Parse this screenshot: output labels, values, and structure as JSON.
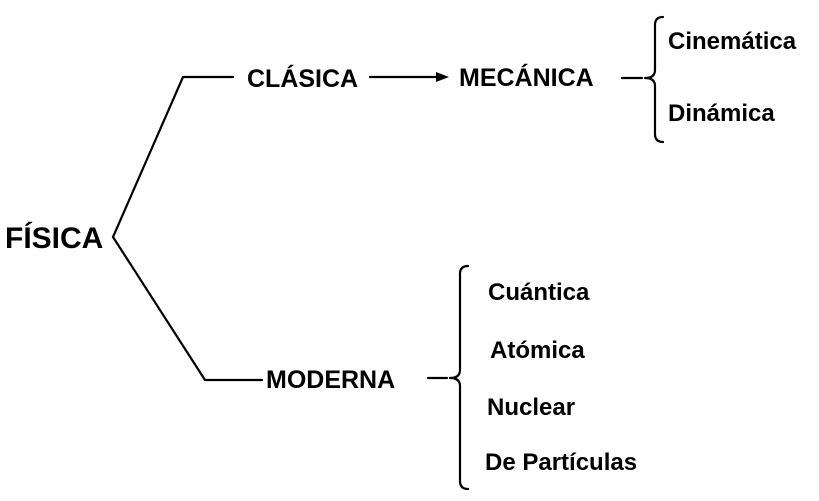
{
  "root": {
    "label": "FÍSICA"
  },
  "branches": {
    "clasica": {
      "label": "CLÁSICA",
      "child": {
        "label": "MECÁNICA",
        "items": [
          "Cinemática",
          "Dinámica"
        ]
      }
    },
    "moderna": {
      "label": "MODERNA",
      "items": [
        "Cuántica",
        "Atómica",
        "Nuclear",
        "De Partículas"
      ]
    }
  }
}
